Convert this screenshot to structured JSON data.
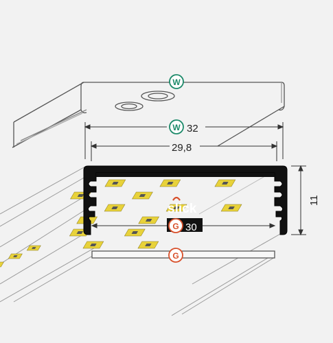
{
  "badges": {
    "cover": "W",
    "width_cover": "W",
    "profile_g": "G",
    "plate_g": "G"
  },
  "dimensions": {
    "cover_width": "32",
    "inner_width": "29,8",
    "g_width": "30",
    "height": "11"
  },
  "brand": "slick",
  "colors": {
    "badge_w": "#1d8a6a",
    "badge_g": "#d8502b",
    "profile": "#111111",
    "led": "#e8d23a",
    "background": "#f2f2f2"
  }
}
